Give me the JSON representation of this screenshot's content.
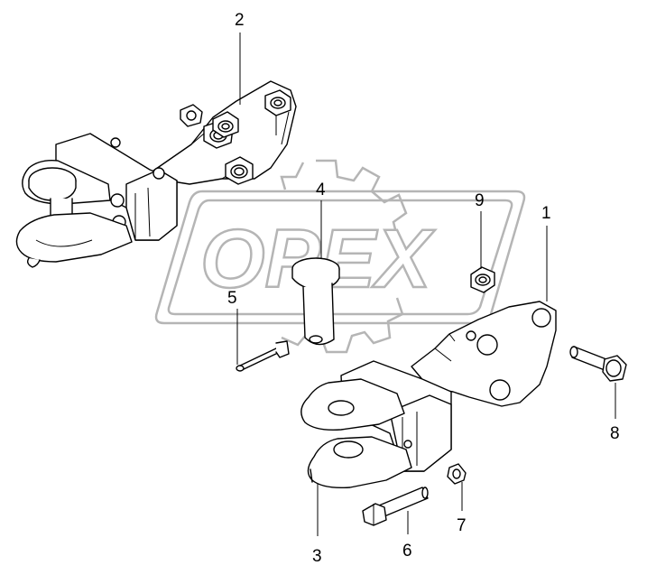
{
  "watermark": {
    "text": "OPEX",
    "color": "#b5b5b5"
  },
  "callouts": [
    {
      "id": "1",
      "label": "1"
    },
    {
      "id": "2",
      "label": "2"
    },
    {
      "id": "3",
      "label": "3"
    },
    {
      "id": "4",
      "label": "4"
    },
    {
      "id": "5",
      "label": "5"
    },
    {
      "id": "6",
      "label": "6"
    },
    {
      "id": "7",
      "label": "7"
    },
    {
      "id": "8",
      "label": "8"
    },
    {
      "id": "9",
      "label": "9"
    }
  ]
}
